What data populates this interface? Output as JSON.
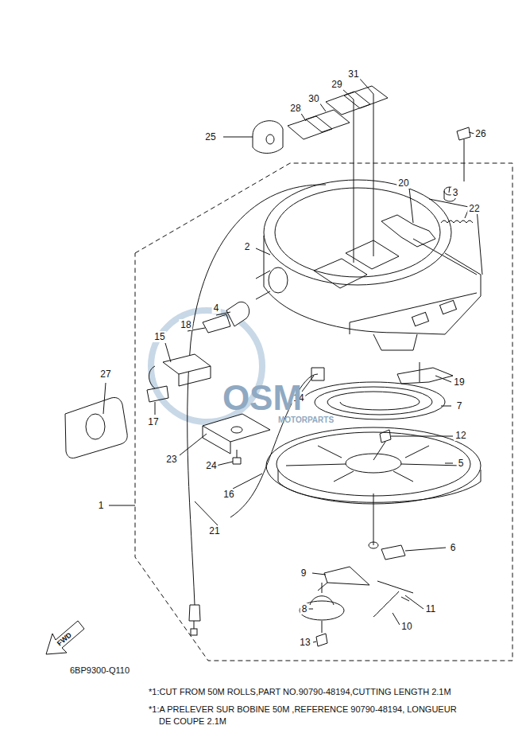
{
  "diagram": {
    "labels": [
      "31",
      "29",
      "30",
      "28",
      "25",
      "26",
      "20",
      "3",
      "22",
      "2",
      "4",
      "18",
      "15",
      "27",
      "19",
      "14",
      "7",
      "17",
      "12",
      "23",
      "5",
      "24",
      "16",
      "1",
      "21",
      "6",
      "9",
      "8",
      "11",
      "10",
      "13",
      "FWD",
      "6BP9300-Q110",
      "*1:CUT FROM 50M ROLLS,PART NO.90790-48194,CUTTING LENGTH 2.1M",
      "*1:A PRELEVER SUR BOBINE 50M ,REFERENCE 90790-48194, LONGUEUR DE COUPE 2.1M",
      "OSM",
      "MOTORPARTS"
    ]
  }
}
